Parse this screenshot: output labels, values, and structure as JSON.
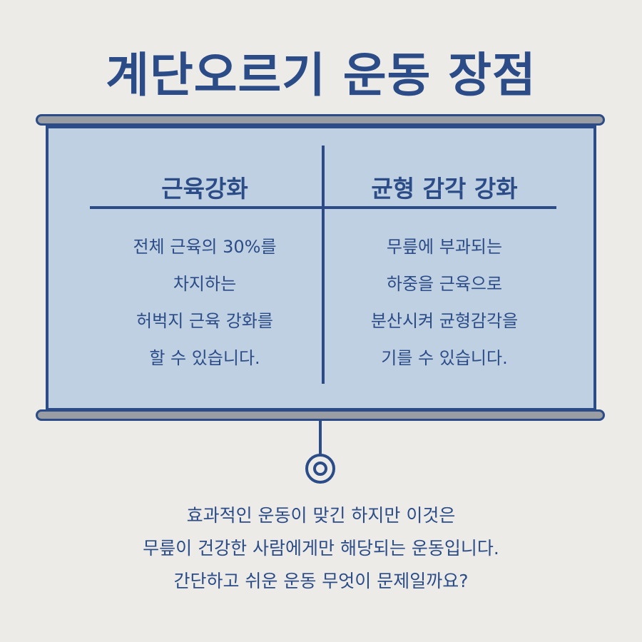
{
  "title": "계단오르기 운동 장점",
  "left_column": {
    "heading": "근육강화",
    "lines": [
      "전체 근육의 30%를",
      "차지하는",
      "허벅지 근육 강화를",
      "할 수 있습니다."
    ]
  },
  "right_column": {
    "heading": "균형 감각 강화",
    "lines": [
      "무릎에 부과되는",
      "하중을 근육으로",
      "분산시켜 균형감각을",
      "기를 수 있습니다."
    ]
  },
  "footer": {
    "lines": [
      "효과적인 운동이 맞긴 하지만 이것은",
      "무릎이 건강한 사람에게만 해당되는 운동입니다.",
      "간단하고 쉬운 운동 무엇이 문제일까요?"
    ]
  },
  "colors": {
    "accent": "#2b4c87",
    "screen": "#bfd0e2",
    "background": "#ecebe8",
    "rod": "#9a9ea3"
  },
  "icons": [
    "projector-knob-icon"
  ]
}
